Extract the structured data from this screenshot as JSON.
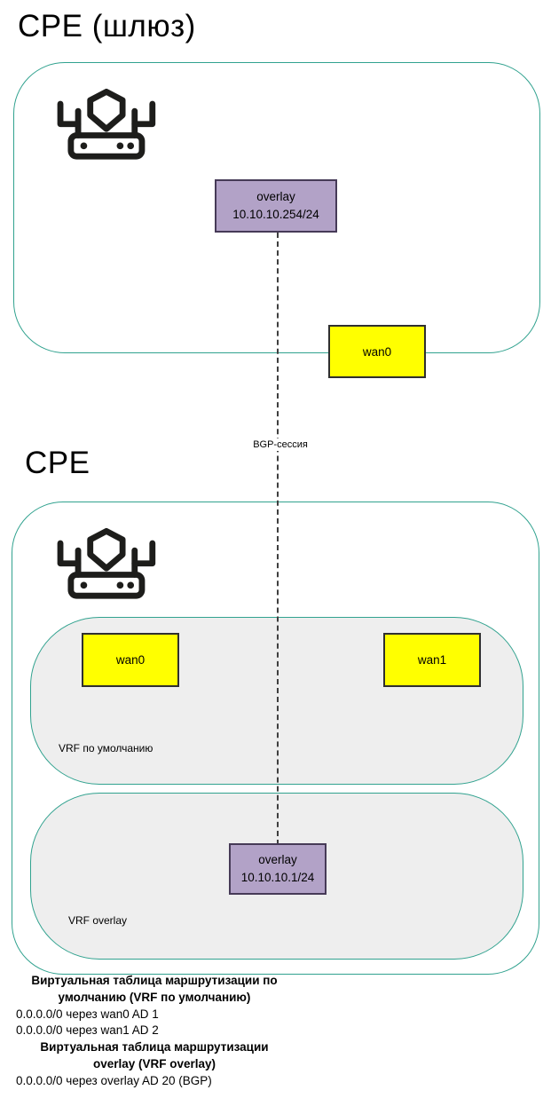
{
  "gateway": {
    "title": "CPE (шлюз)",
    "overlay_if": {
      "name": "overlay",
      "ip": "10.10.10.254/24"
    },
    "wan0": "wan0"
  },
  "bgp_label": "BGP-сессия",
  "cpe": {
    "title": "CPE",
    "vrf_default": {
      "label": "VRF по умолчанию",
      "wan0": "wan0",
      "wan1": "wan1"
    },
    "vrf_overlay": {
      "label": "VRF overlay",
      "overlay_if": {
        "name": "overlay",
        "ip": "10.10.10.1/24"
      }
    }
  },
  "routing": {
    "default": {
      "title_lines": [
        "Виртуальная таблица маршрутизации по",
        "умолчанию (VRF по умолчанию)"
      ],
      "routes": [
        "0.0.0.0/0 через wan0 AD 1",
        "0.0.0.0/0 через wan1 AD 2"
      ]
    },
    "overlay": {
      "title_lines": [
        "Виртуальная таблица маршрутизации",
        "overlay (VRF overlay)"
      ],
      "routes": [
        "0.0.0.0/0 через overlay AD 20 (BGP)"
      ]
    }
  },
  "colors": {
    "teal": "#31a28f",
    "purple": "#b2a2c7",
    "yellow": "#ffff00",
    "vrf-fill": "#eeeeee",
    "icon": "#1d1d1b"
  }
}
